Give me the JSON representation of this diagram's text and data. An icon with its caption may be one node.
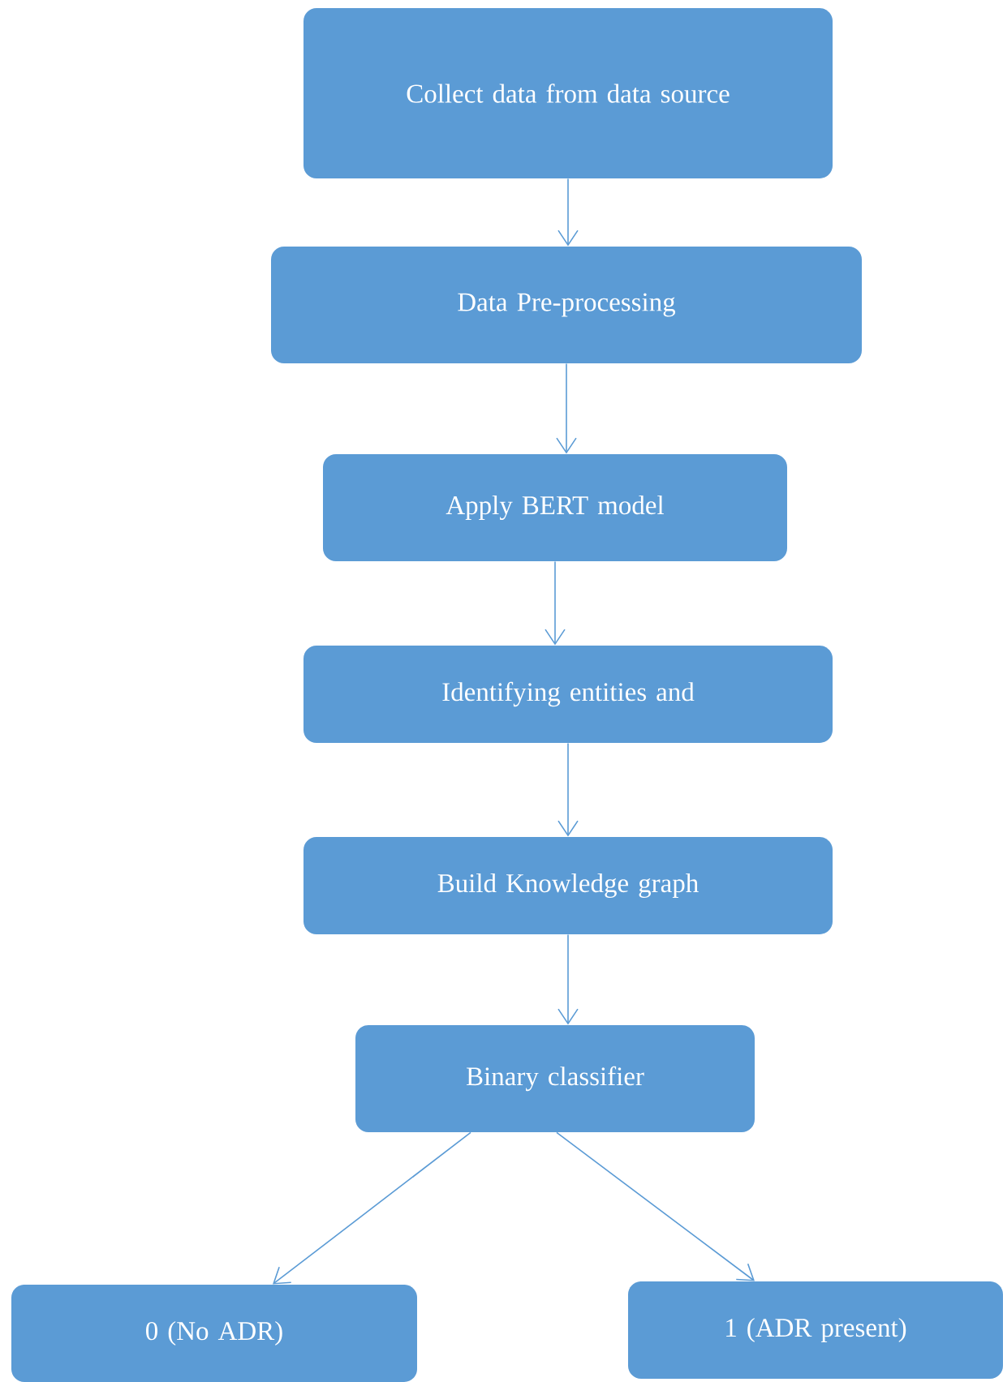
{
  "diagram": {
    "nodes": [
      {
        "text": [
          "Collect data from data source"
        ]
      },
      {
        "text": [
          "Data Pre-processing"
        ]
      },
      {
        "text": [
          "Apply BERT model"
        ]
      },
      {
        "text": [
          "Identifying entities and"
        ]
      },
      {
        "text": [
          "Build Knowledge graph"
        ]
      },
      {
        "text": [
          "Binary classifier"
        ]
      },
      {
        "text": [
          "0 (No ADR)"
        ]
      },
      {
        "text": [
          "1 (ADR present)"
        ]
      }
    ],
    "edges": [
      {
        "from": 0,
        "to": 1,
        "arrow": "to"
      },
      {
        "from": 1,
        "to": 2,
        "arrow": "to"
      },
      {
        "from": 2,
        "to": 3,
        "arrow": "to"
      },
      {
        "from": 3,
        "to": 4,
        "arrow": "to"
      },
      {
        "from": 4,
        "to": 5,
        "arrow": "to"
      },
      {
        "from": 5,
        "to": 6,
        "arrow": "to"
      },
      {
        "from": 5,
        "to": 7,
        "arrow": "to"
      }
    ]
  }
}
